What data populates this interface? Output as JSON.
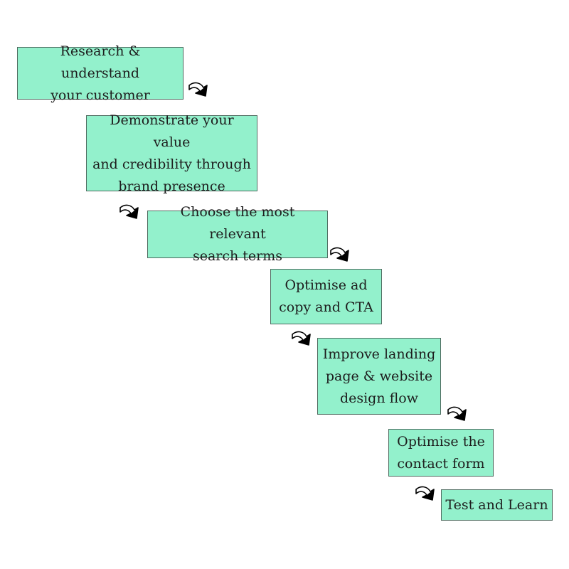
{
  "diagram": {
    "steps": [
      {
        "label": "Research & understand\nyour customer"
      },
      {
        "label": "Demonstrate your value\nand credibility through\nbrand presence"
      },
      {
        "label": "Choose the most relevant\nsearch terms"
      },
      {
        "label": "Optimise ad\ncopy and CTA"
      },
      {
        "label": "Improve landing\npage & website\ndesign flow"
      },
      {
        "label": "Optimise the\ncontact form"
      },
      {
        "label": "Test and Learn"
      }
    ],
    "colors": {
      "box_fill": "#93f1cc",
      "box_border": "#4f6b60",
      "arrow": "#000000"
    },
    "connector_icon": "curved-down-arrow-icon"
  }
}
